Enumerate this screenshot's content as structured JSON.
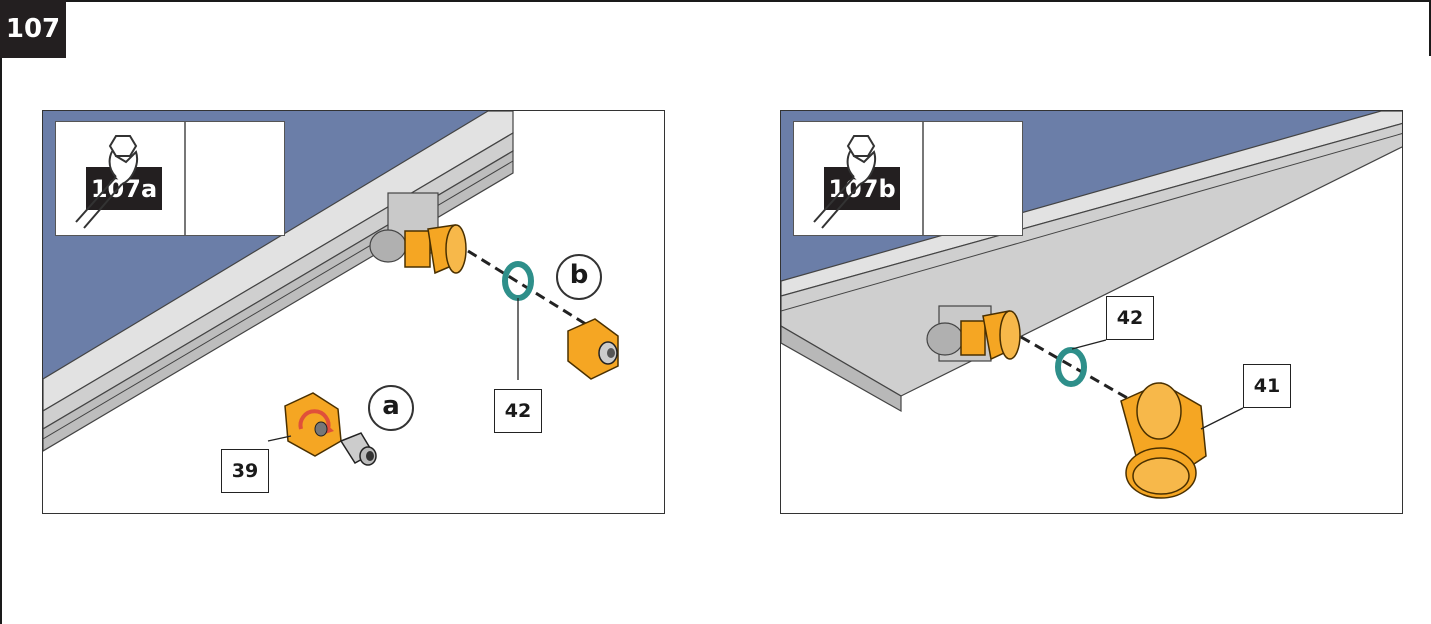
{
  "step": {
    "number": "107"
  },
  "panels": [
    {
      "badge": "107a",
      "tool": "wrench-icon",
      "callouts": [
        "42",
        "39"
      ],
      "letters": [
        "b",
        "a"
      ]
    },
    {
      "badge": "107b",
      "tool": "wrench-icon",
      "callouts": [
        "42",
        "41"
      ]
    }
  ],
  "colors": {
    "panel_glass": "#6b7ea8",
    "frame_gray": "#d6d6d6",
    "fitting_orange": "#f5a623",
    "washer_teal": "#2e8f8a",
    "badge_black": "#231f20"
  }
}
